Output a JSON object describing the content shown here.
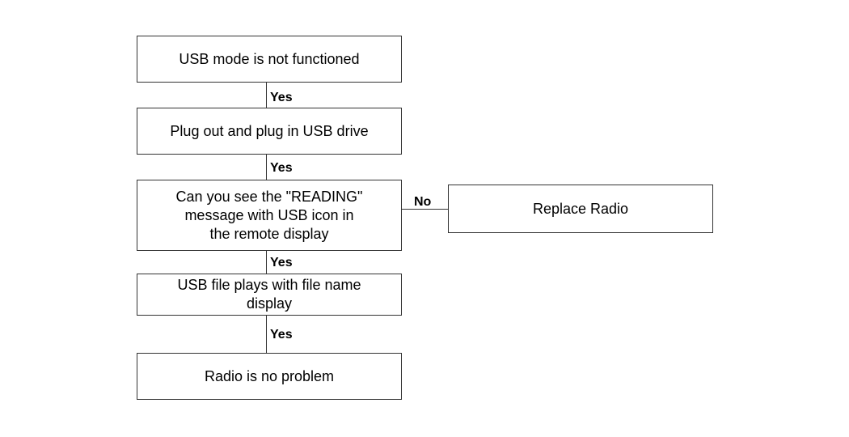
{
  "flowchart": {
    "steps": [
      {
        "text": "USB mode is not functioned"
      },
      {
        "text": "Plug out and plug in USB drive"
      },
      {
        "text": "Can you see the \"READING\"\nmessage with USB icon in\nthe remote display"
      },
      {
        "text": "USB file plays with file name\ndisplay"
      },
      {
        "text": "Radio is no problem"
      }
    ],
    "side_step": {
      "text": "Replace Radio"
    },
    "connectors": {
      "yes_1": "Yes",
      "yes_2": "Yes",
      "yes_3": "Yes",
      "yes_4": "Yes",
      "no": "No"
    }
  }
}
